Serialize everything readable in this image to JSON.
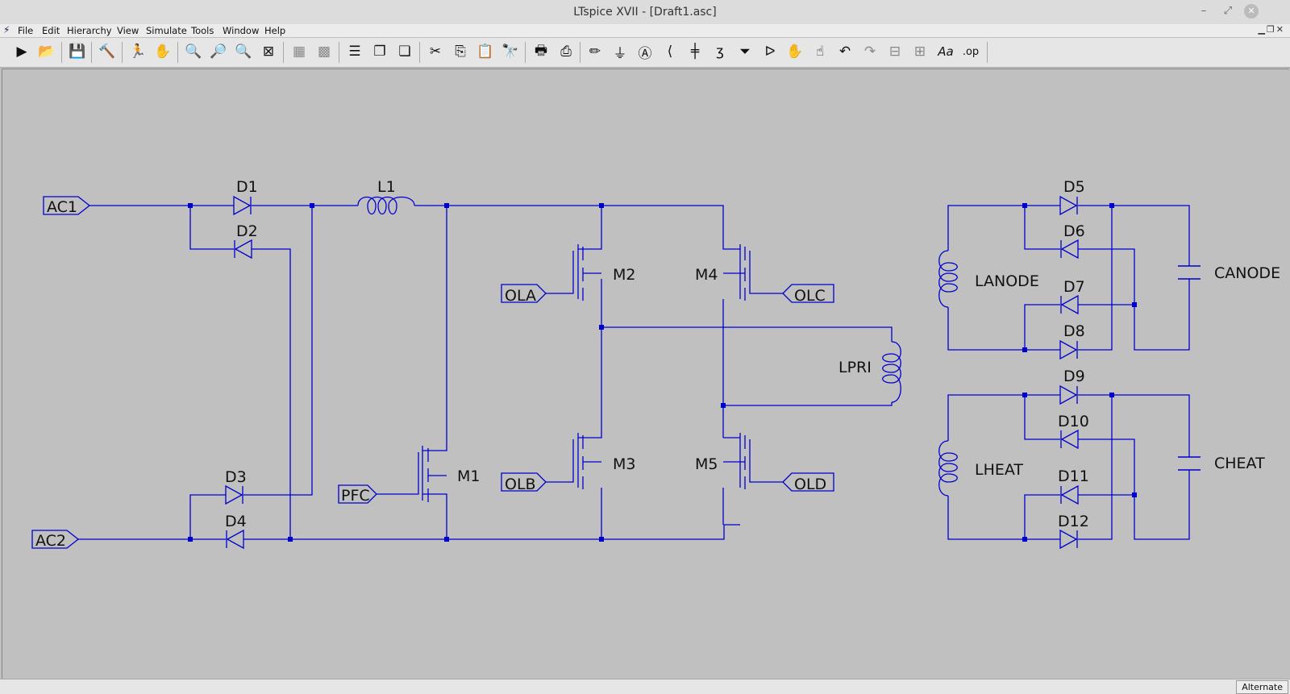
{
  "window": {
    "title": "LTspice XVII - [Draft1.asc]"
  },
  "menu": [
    "File",
    "Edit",
    "Hierarchy",
    "View",
    "Simulate",
    "Tools",
    "Window",
    "Help"
  ],
  "toolbar": [
    {
      "name": "run-icon",
      "glyph": "▶"
    },
    {
      "name": "open-icon",
      "glyph": "📂"
    },
    {
      "name": "save-icon",
      "glyph": "💾"
    },
    {
      "name": "control-panel-icon",
      "glyph": "🔨"
    },
    {
      "name": "run-halt-icon",
      "glyph": "🏃"
    },
    {
      "name": "hand-icon",
      "glyph": "✋"
    },
    {
      "name": "zoom-in-icon",
      "glyph": "🔍"
    },
    {
      "name": "zoom-pan-icon",
      "glyph": "🔎"
    },
    {
      "name": "zoom-out-icon",
      "glyph": "🔍"
    },
    {
      "name": "zoom-fit-icon",
      "glyph": "⊠"
    },
    {
      "name": "autorange-icon",
      "glyph": "▦"
    },
    {
      "name": "grid-icon",
      "glyph": "▩"
    },
    {
      "name": "tile-horizontal-icon",
      "glyph": "☰"
    },
    {
      "name": "cascade-icon",
      "glyph": "❐"
    },
    {
      "name": "tile-vertical-icon",
      "glyph": "❏"
    },
    {
      "name": "cut-icon",
      "glyph": "✂"
    },
    {
      "name": "copy-icon",
      "glyph": "⎘"
    },
    {
      "name": "paste-icon",
      "glyph": "📋"
    },
    {
      "name": "find-icon",
      "glyph": "🔭"
    },
    {
      "name": "print-preview-icon",
      "glyph": "🖶"
    },
    {
      "name": "print-icon",
      "glyph": "⎙"
    },
    {
      "name": "wire-icon",
      "glyph": "✏"
    },
    {
      "name": "ground-icon",
      "glyph": "⏚"
    },
    {
      "name": "label-net-icon",
      "glyph": "Ⓐ"
    },
    {
      "name": "resistor-icon",
      "glyph": "⟨"
    },
    {
      "name": "capacitor-icon",
      "glyph": "╪"
    },
    {
      "name": "inductor-icon",
      "glyph": "ʒ"
    },
    {
      "name": "diode-icon",
      "glyph": "⏷"
    },
    {
      "name": "component-icon",
      "glyph": "ᐅ"
    },
    {
      "name": "move-icon",
      "glyph": "✋"
    },
    {
      "name": "drag-icon",
      "glyph": "☝"
    },
    {
      "name": "undo-icon",
      "glyph": "↶"
    },
    {
      "name": "redo-icon",
      "glyph": "↷"
    },
    {
      "name": "rotate-icon",
      "glyph": "⊟"
    },
    {
      "name": "mirror-icon",
      "glyph": "⊞"
    },
    {
      "name": "text-icon",
      "glyph": "Aa"
    },
    {
      "name": "spice-directive-icon",
      "glyph": ".op"
    }
  ],
  "schematic": {
    "wire_color": "#0000cc",
    "ports": [
      "AC1",
      "AC2",
      "PFC",
      "OLA",
      "OLB",
      "OLC",
      "OLD"
    ],
    "diodes": [
      "D1",
      "D2",
      "D3",
      "D4",
      "D5",
      "D6",
      "D7",
      "D8",
      "D9",
      "D10",
      "D11",
      "D12"
    ],
    "mosfets": [
      "M1",
      "M2",
      "M3",
      "M4",
      "M5"
    ],
    "inductors": [
      "L1",
      "LPRI",
      "LANODE",
      "LHEAT"
    ],
    "capacitors": [
      "CANODE",
      "CHEAT"
    ]
  },
  "status": {
    "mode": "Alternate"
  }
}
